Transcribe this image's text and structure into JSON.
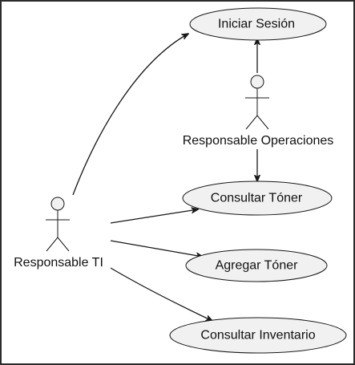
{
  "diagram": {
    "type": "use-case",
    "actors": [
      {
        "id": "ti",
        "label": "Responsable TI"
      },
      {
        "id": "ops",
        "label": "Responsable Operaciones"
      }
    ],
    "use_cases": [
      {
        "id": "login",
        "label": "Iniciar Sesión"
      },
      {
        "id": "consultar_toner",
        "label": "Consultar Tóner"
      },
      {
        "id": "agregar_toner",
        "label": "Agregar Tóner"
      },
      {
        "id": "consultar_inventario",
        "label": "Consultar Inventario"
      }
    ],
    "associations": [
      {
        "from": "ti",
        "to": "login"
      },
      {
        "from": "ti",
        "to": "consultar_toner"
      },
      {
        "from": "ti",
        "to": "agregar_toner"
      },
      {
        "from": "ti",
        "to": "consultar_inventario"
      },
      {
        "from": "ops",
        "to": "login"
      },
      {
        "from": "ops",
        "to": "consultar_toner"
      }
    ]
  }
}
